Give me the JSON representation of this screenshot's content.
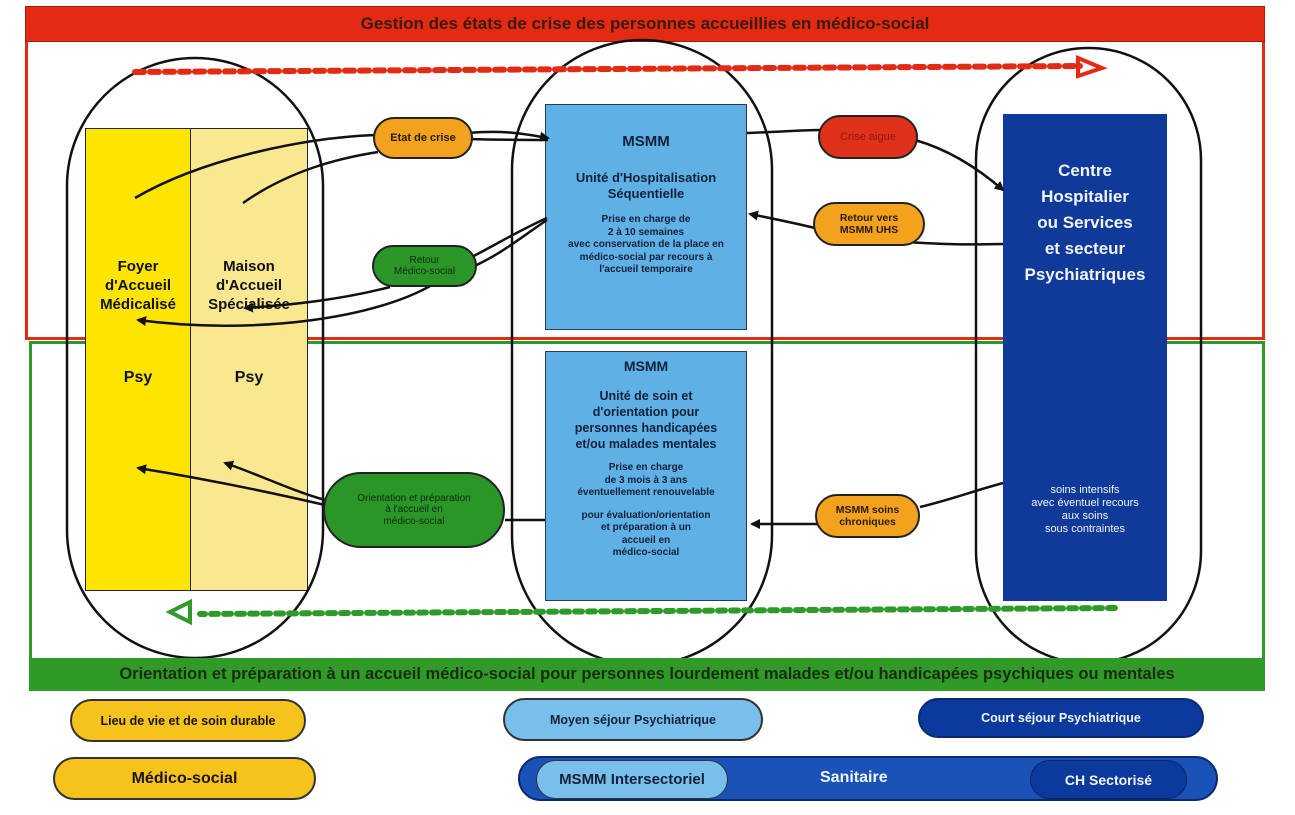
{
  "title_top": "Gestion des états de crise des personnes accueillies en médico-social",
  "title_bottom": "Orientation et préparation à un accueil médico-social pour personnes lourdement malades et/ou handicapées psychiques ou mentales",
  "colors": {
    "red": "#e32a12",
    "green": "#2e9a2a",
    "yellow": "#ffe500",
    "pale_yellow": "#f9e88f",
    "light_blue": "#5eb0e5",
    "dark_blue": "#0f3a99",
    "orange": "#f2a21c"
  },
  "columns": {
    "foyer": {
      "name": "Foyer\nd'Accueil\nMédicalisé",
      "lines": [
        "Foyer",
        "d'Accueil",
        "Médicalisé"
      ],
      "psy": "Psy"
    },
    "maison": {
      "lines": [
        "Maison",
        "d'Accueil",
        "Spécialisée"
      ],
      "psy": "Psy"
    }
  },
  "msmm_uhs": {
    "title": "MSMM",
    "subtitle_lines": [
      "Unité d'Hospitalisation",
      "Séquentielle"
    ],
    "body_lines": [
      "Prise en charge de",
      "2 à 10 semaines",
      "avec conservation  de la place en",
      "médico-social par recours à",
      "l'accueil temporaire"
    ]
  },
  "msmm_soin": {
    "title": "MSMM",
    "subtitle_lines": [
      "Unité de soin et",
      "d'orientation pour",
      "personnes handicapées",
      "et/ou  malades mentales"
    ],
    "body_lines": [
      "Prise en charge",
      "de 3 mois à 3 ans",
      "éventuellement renouvelable"
    ],
    "body2_lines": [
      "pour évaluation/orientation",
      "et préparation à un",
      "accueil en",
      "médico-social"
    ]
  },
  "centre": {
    "title_lines": [
      "Centre",
      "Hospitalier",
      "ou Services",
      "et secteur",
      "Psychiatriques"
    ],
    "body_lines": [
      "soins intensifs",
      "avec éventuel recours",
      "aux soins",
      "sous contraintes"
    ]
  },
  "connectors": {
    "etat_de_crise": "Etat de crise",
    "retour_medico": [
      "Retour",
      "Médico-social"
    ],
    "crise_aigue": "Crise aigue",
    "retour_uhs": [
      "Retour vers",
      "MSMM UHS"
    ],
    "orientation": [
      "Orientation et préparation",
      "à l'accueil en",
      "médico-social"
    ],
    "soins_chroniques": [
      "MSMM soins",
      "chroniques"
    ]
  },
  "legend": {
    "lieu_de_vie": "Lieu de vie et de soin durable",
    "moyen_sejour": "Moyen séjour Psychiatrique",
    "court_sejour": "Court séjour Psychiatrique",
    "medico_social": "Médico-social",
    "sanitaire": "Sanitaire",
    "msmm_intersectoriel": "MSMM Intersectoriel",
    "ch_sectorise": "CH Sectorisé"
  }
}
